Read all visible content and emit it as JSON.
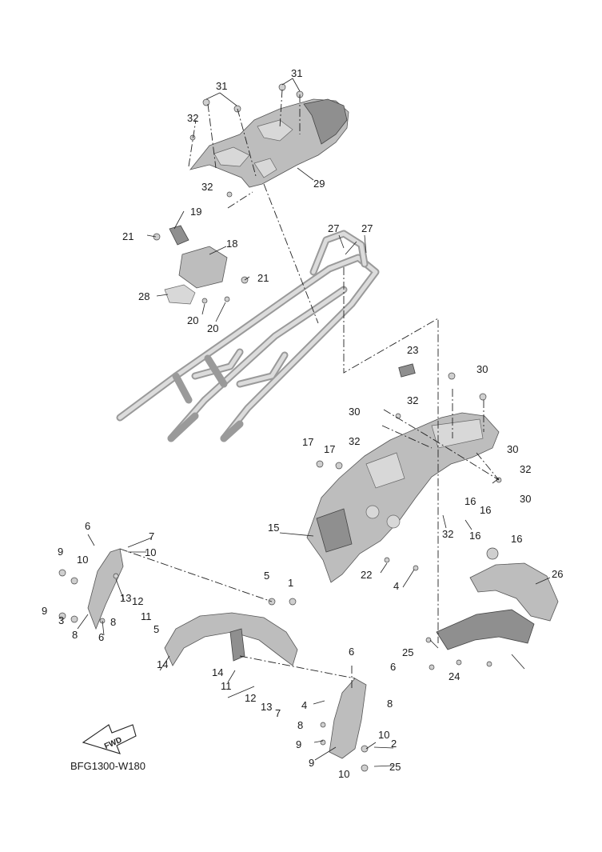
{
  "diagram_ref": "BFG1300-W180",
  "fwd_label": "FWD",
  "callouts": [
    "31",
    "31",
    "32",
    "32",
    "29",
    "19",
    "21",
    "18",
    "21",
    "28",
    "20",
    "20",
    "27",
    "27",
    "23",
    "30",
    "32",
    "30",
    "32",
    "17",
    "17",
    "30",
    "32",
    "30",
    "15",
    "16",
    "16",
    "32",
    "16",
    "16",
    "26",
    "22",
    "4",
    "6",
    "7",
    "10",
    "9",
    "10",
    "9",
    "3",
    "8",
    "8",
    "6",
    "13",
    "12",
    "11",
    "5",
    "5",
    "1",
    "14",
    "14",
    "11",
    "12",
    "13",
    "7",
    "6",
    "6",
    "4",
    "8",
    "8",
    "9",
    "10",
    "2",
    "9",
    "10",
    "25",
    "25",
    "24"
  ]
}
